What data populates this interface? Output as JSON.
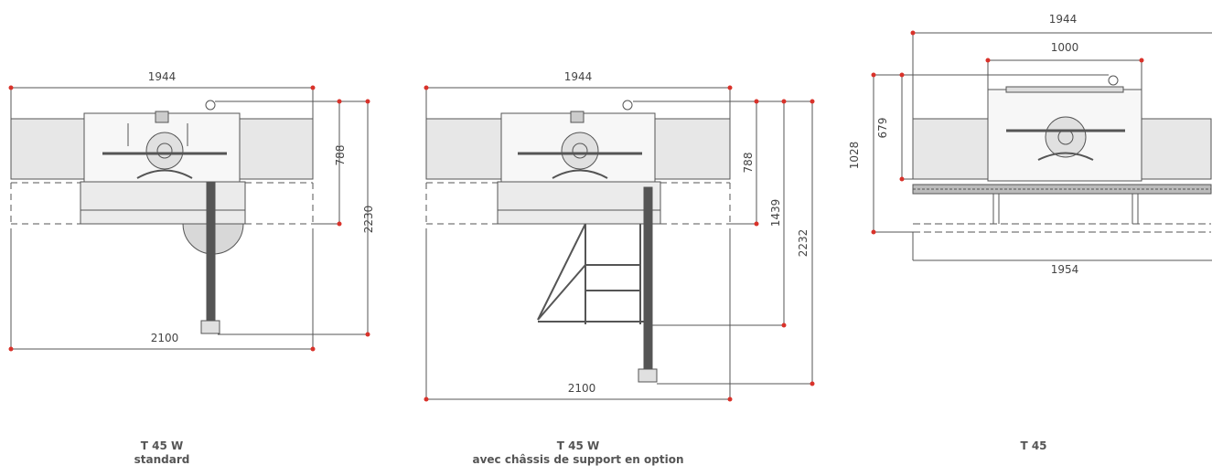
{
  "diagrams": [
    {
      "title": "T 45 W",
      "subtitle": "standard",
      "dimensions": {
        "width_top": "1944",
        "width_bottom": "2100",
        "height_table": "788",
        "height_total": "2230"
      }
    },
    {
      "title": "T 45 W",
      "subtitle": "avec châssis de support en option",
      "dimensions": {
        "width_top": "1944",
        "width_bottom": "2100",
        "height_table": "788",
        "height_mid": "1439",
        "height_total": "2232"
      }
    },
    {
      "title": "T 45",
      "subtitle": "",
      "dimensions": {
        "width_outer": "1944",
        "width_inner": "1000",
        "width_bottom": "1954",
        "height_inner": "679",
        "height_total": "1028"
      }
    }
  ],
  "colors": {
    "dimension_point": "#d9322a",
    "line": "#555555",
    "fill": "#e6e6e6"
  }
}
